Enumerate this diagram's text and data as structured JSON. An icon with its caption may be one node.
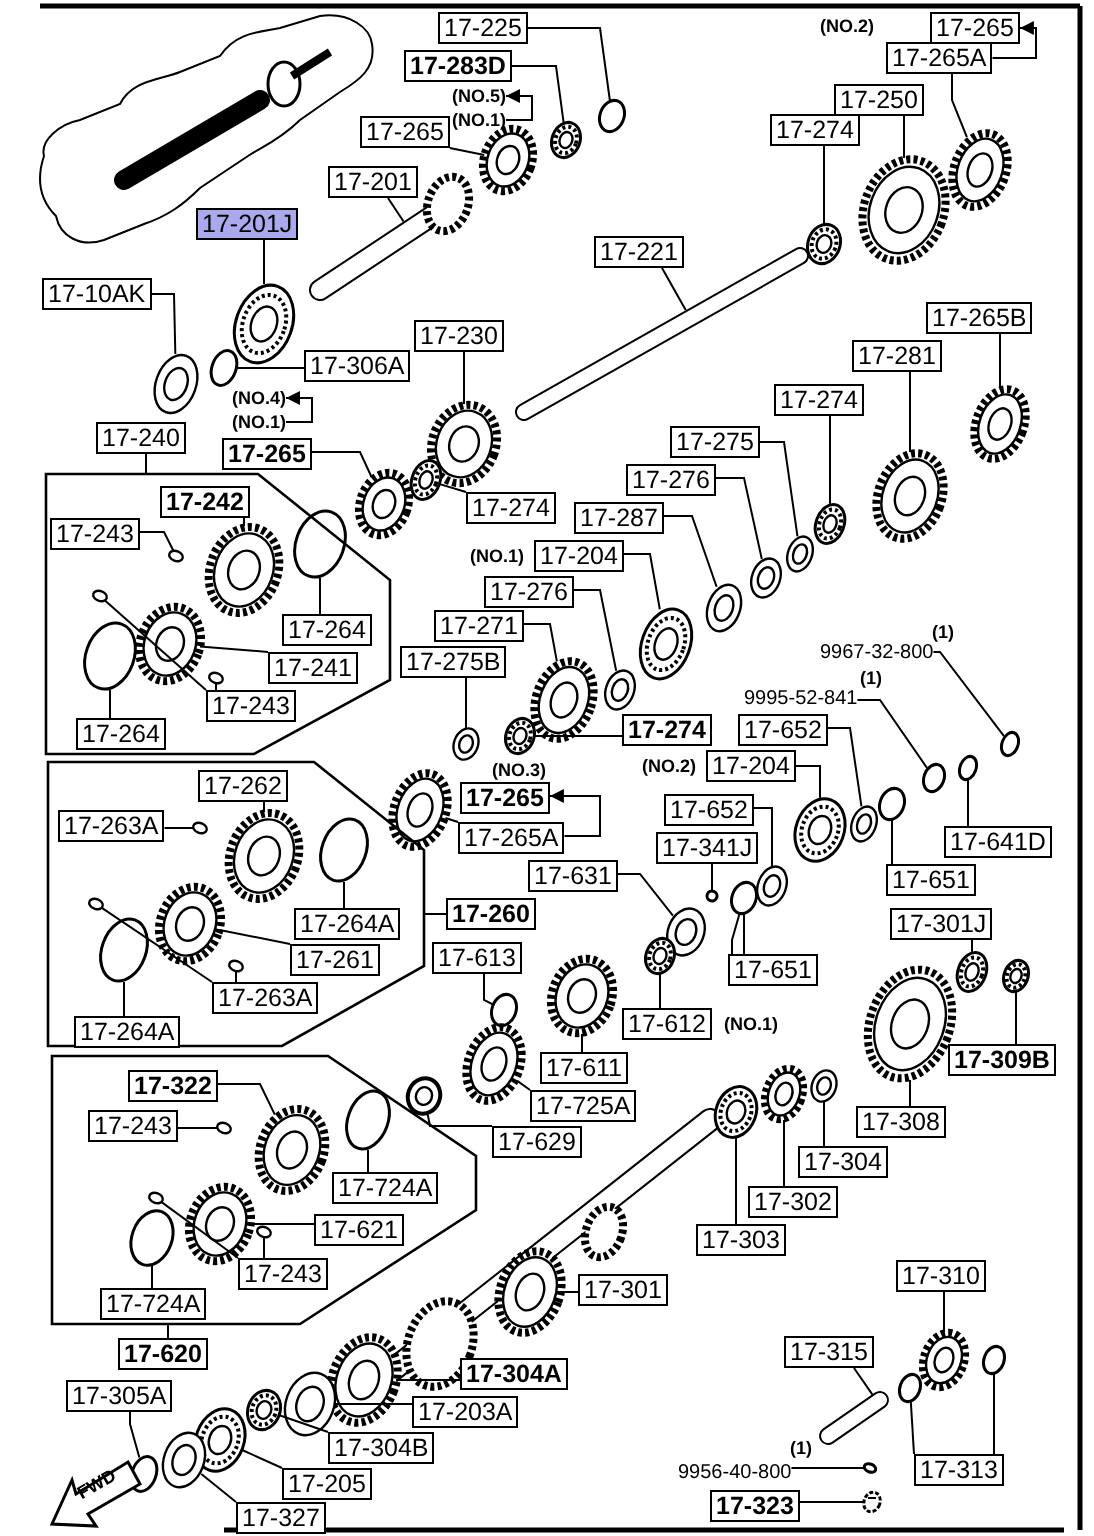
{
  "diagram": {
    "nodes": [
      {
        "text": [
          "17-225"
        ]
      },
      {
        "text": [
          "17-265"
        ]
      },
      {
        "text": [
          "17-265A"
        ]
      },
      {
        "text": [
          "17-283D"
        ]
      },
      {
        "text": [
          "17-265"
        ]
      },
      {
        "text": [
          "17-250"
        ]
      },
      {
        "text": [
          "17-201"
        ]
      },
      {
        "text": [
          "17-274"
        ]
      },
      {
        "text": [
          "17-201J"
        ]
      },
      {
        "text": [
          "17-221"
        ]
      },
      {
        "text": [
          "17-10AK"
        ]
      },
      {
        "text": [
          "17-265B"
        ]
      },
      {
        "text": [
          "17-306A"
        ]
      },
      {
        "text": [
          "17-230"
        ]
      },
      {
        "text": [
          "17-281"
        ]
      },
      {
        "text": [
          "17-274"
        ]
      },
      {
        "text": [
          "17-240"
        ]
      },
      {
        "text": [],
        "shape": "box"
      },
      {
        "text": [
          "17-265"
        ]
      },
      {
        "text": [
          "17-275"
        ]
      },
      {
        "text": [
          "17-242"
        ],
        "in": 17
      },
      {
        "text": [
          "17-276"
        ]
      },
      {
        "text": [
          "17-243"
        ],
        "in": 17
      },
      {
        "text": [
          "17-287"
        ]
      },
      {
        "text": [
          "17-204"
        ],
        "beside": [
          "(NO.1)"
        ]
      },
      {
        "text": [
          "17-276"
        ]
      },
      {
        "text": [
          "17-264"
        ],
        "in": 17
      },
      {
        "text": [
          "17-271"
        ]
      },
      {
        "text": [
          "17-241"
        ],
        "in": 17
      },
      {
        "text": [
          "17-275B"
        ]
      },
      {
        "text": [
          "17-243"
        ],
        "in": 17
      },
      {
        "text": [
          "9967-32-800"
        ],
        "beside": [
          "(1)"
        ]
      },
      {
        "text": [
          "17-274"
        ]
      },
      {
        "text": [
          "9995-52-841"
        ],
        "beside": [
          "(1)"
        ]
      },
      {
        "text": [
          "17-652"
        ]
      },
      {
        "text": [
          "17-264"
        ],
        "in": 17
      },
      {
        "text": [
          "17-204"
        ],
        "beside": [
          "(NO.2)"
        ]
      },
      {
        "text": [],
        "shape": "box"
      },
      {
        "text": [
          "17-262"
        ],
        "in": 37
      },
      {
        "text": [
          "17-265"
        ],
        "beside": [
          "(NO.3)"
        ]
      },
      {
        "text": [
          "17-652"
        ]
      },
      {
        "text": [
          "17-263A"
        ],
        "in": 37
      },
      {
        "text": [
          "17-265A"
        ]
      },
      {
        "text": [
          "17-641D"
        ]
      },
      {
        "text": [
          "17-341J"
        ]
      },
      {
        "text": [
          "17-631"
        ]
      },
      {
        "text": [
          "17-651"
        ]
      },
      {
        "text": [
          "17-264A"
        ],
        "in": 37
      },
      {
        "text": [
          "17-260"
        ]
      },
      {
        "text": [
          "17-301J"
        ]
      },
      {
        "text": [
          "17-613"
        ]
      },
      {
        "text": [
          "17-261"
        ],
        "in": 37
      },
      {
        "text": [
          "17-651"
        ]
      },
      {
        "text": [
          "17-263A"
        ],
        "in": 37
      },
      {
        "text": [
          "17-612"
        ],
        "beside": [
          "(NO.1)"
        ]
      },
      {
        "text": [
          "17-264A"
        ],
        "in": 37
      },
      {
        "text": [
          "17-309B"
        ]
      },
      {
        "text": [
          "17-611"
        ]
      },
      {
        "text": [],
        "shape": "box"
      },
      {
        "text": [
          "17-322"
        ],
        "in": 58
      },
      {
        "text": [
          "17-725A"
        ]
      },
      {
        "text": [
          "17-308"
        ]
      },
      {
        "text": [
          "17-243"
        ],
        "in": 58
      },
      {
        "text": [
          "17-629"
        ]
      },
      {
        "text": [
          "17-304"
        ]
      },
      {
        "text": [
          "17-724A"
        ],
        "in": 58
      },
      {
        "text": [
          "17-302"
        ]
      },
      {
        "text": [
          "17-621"
        ],
        "in": 58
      },
      {
        "text": [
          "17-303"
        ]
      },
      {
        "text": [
          "17-243"
        ],
        "in": 58
      },
      {
        "text": [
          "17-310"
        ]
      },
      {
        "text": [
          "17-301"
        ]
      },
      {
        "text": [
          "17-724A"
        ],
        "in": 58
      },
      {
        "text": [
          "17-315"
        ]
      },
      {
        "text": [
          "17-620"
        ]
      },
      {
        "text": [
          "17-304A"
        ]
      },
      {
        "text": [
          "17-305A"
        ]
      },
      {
        "text": [
          "17-203A"
        ]
      },
      {
        "text": [
          "17-304B"
        ]
      },
      {
        "text": [
          "9956-40-800"
        ],
        "beside": [
          "(1)"
        ]
      },
      {
        "text": [
          "17-313"
        ]
      },
      {
        "text": [
          "17-205"
        ]
      },
      {
        "text": [
          "17-323"
        ]
      },
      {
        "text": [
          "17-327"
        ]
      },
      {
        "text": [
          "FWD"
        ]
      },
      {
        "text": [
          "17-274"
        ]
      },
      {
        "text": [
          "(NO.5)"
        ]
      },
      {
        "text": [
          "(NO.1)"
        ]
      },
      {
        "text": [
          "(NO.4)"
        ]
      },
      {
        "text": [
          "(NO.1)"
        ]
      },
      {
        "text": [],
        "shape": "circle"
      },
      {
        "text": [],
        "shape": "picture"
      },
      {
        "text": [],
        "shape": "picture"
      },
      {
        "text": [],
        "shape": "picture"
      },
      {
        "text": [],
        "shape": "picture"
      },
      {
        "text": [],
        "shape": "picture"
      },
      {
        "text": [],
        "shape": "picture"
      },
      {
        "text": [],
        "shape": "picture"
      },
      {
        "text": [],
        "shape": "picture"
      },
      {
        "text": [],
        "shape": "circle"
      },
      {
        "text": [],
        "shape": "picture"
      },
      {
        "text": [],
        "shape": "picture"
      },
      {
        "text": [],
        "shape": "picture"
      },
      {
        "text": [],
        "shape": "picture"
      },
      {
        "text": [],
        "shape": "picture"
      },
      {
        "text": [],
        "shape": "picture"
      },
      {
        "text": [],
        "shape": "picture"
      },
      {
        "text": [],
        "shape": "picture"
      },
      {
        "text": [],
        "shape": "picture"
      },
      {
        "text": [],
        "shape": "picture"
      },
      {
        "text": [],
        "shape": "picture"
      },
      {
        "text": [],
        "shape": "picture"
      },
      {
        "text": [],
        "shape": "picture"
      },
      {
        "text": [],
        "shape": "picture"
      },
      {
        "text": [],
        "shape": "picture"
      },
      {
        "text": [],
        "shape": "picture"
      },
      {
        "text": [],
        "shape": "circle"
      },
      {
        "text": [],
        "shape": "circle"
      },
      {
        "text": [],
        "shape": "circle"
      },
      {
        "text": [],
        "shape": "circle"
      },
      {
        "text": [],
        "shape": "picture"
      },
      {
        "text": [],
        "shape": "picture"
      },
      {
        "text": [],
        "shape": "picture"
      },
      {
        "text": [],
        "shape": "circle"
      },
      {
        "text": [],
        "shape": "circle"
      },
      {
        "text": [],
        "shape": "picture"
      },
      {
        "text": [],
        "shape": "picture",
        "in": 17
      },
      {
        "text": [],
        "shape": "circle",
        "in": 17
      },
      {
        "text": [],
        "shape": "circle",
        "in": 17
      },
      {
        "text": [],
        "shape": "picture",
        "in": 17
      },
      {
        "text": [],
        "shape": "circle",
        "in": 17
      },
      {
        "text": [],
        "shape": "circle",
        "in": 17
      },
      {
        "text": [],
        "shape": "circle",
        "in": 17
      },
      {
        "text": [],
        "shape": "picture",
        "in": 37
      },
      {
        "text": [],
        "shape": "circle",
        "in": 37
      },
      {
        "text": [],
        "shape": "circle",
        "in": 37
      },
      {
        "text": [],
        "shape": "picture",
        "in": 37
      },
      {
        "text": [],
        "shape": "circle",
        "in": 37
      },
      {
        "text": [],
        "shape": "circle",
        "in": 37
      },
      {
        "text": [],
        "shape": "circle",
        "in": 37
      },
      {
        "text": [],
        "shape": "picture"
      },
      {
        "text": [],
        "shape": "circle"
      },
      {
        "text": [],
        "shape": "picture"
      },
      {
        "text": [],
        "shape": "picture"
      },
      {
        "text": [],
        "shape": "picture"
      },
      {
        "text": [],
        "shape": "picture"
      },
      {
        "text": [],
        "shape": "picture"
      },
      {
        "text": [],
        "shape": "picture",
        "in": 58
      },
      {
        "text": [],
        "shape": "circle",
        "in": 58
      },
      {
        "text": [],
        "shape": "picture"
      },
      {
        "text": [],
        "shape": "picture"
      },
      {
        "text": [],
        "shape": "circle",
        "in": 58
      },
      {
        "text": [],
        "shape": "picture"
      },
      {
        "text": [],
        "shape": "picture",
        "in": 58
      },
      {
        "text": [],
        "shape": "picture"
      },
      {
        "text": [],
        "shape": "circle",
        "in": 58
      },
      {
        "text": [],
        "shape": "circle",
        "in": 58
      },
      {
        "text": [],
        "shape": "picture"
      },
      {
        "text": [],
        "shape": "picture"
      },
      {
        "text": [],
        "shape": "circle",
        "in": 58
      },
      {
        "text": [],
        "shape": "picture"
      },
      {
        "text": [],
        "shape": "picture"
      },
      {
        "text": [],
        "shape": "circle"
      },
      {
        "text": [],
        "shape": "picture"
      },
      {
        "text": [],
        "shape": "picture"
      },
      {
        "text": [],
        "shape": "circle"
      },
      {
        "text": [],
        "shape": "circle"
      },
      {
        "text": [],
        "shape": "circle"
      },
      {
        "text": [],
        "shape": "picture"
      },
      {
        "text": [],
        "shape": "picture"
      },
      {
        "text": [],
        "shape": "picture"
      }
    ],
    "edges": [
      {
        "from": 0,
        "to": 90,
        "arrow": "none"
      },
      {
        "from": 2,
        "to": 1,
        "arrow": "to"
      },
      {
        "from": 2,
        "to": 93,
        "arrow": "none"
      },
      {
        "from": 3,
        "to": 91,
        "arrow": "none"
      },
      {
        "from": 4,
        "to": 92,
        "arrow": "none"
      },
      {
        "from": 5,
        "to": 94,
        "arrow": "none"
      },
      {
        "from": 6,
        "to": 95,
        "arrow": "none"
      },
      {
        "from": 7,
        "to": 96,
        "arrow": "none"
      },
      {
        "from": 8,
        "to": 97,
        "arrow": "none"
      },
      {
        "from": 9,
        "to": 98,
        "arrow": "none"
      },
      {
        "from": 10,
        "to": 100,
        "arrow": "none"
      },
      {
        "from": 12,
        "to": 99,
        "arrow": "none"
      },
      {
        "from": 11,
        "to": 101,
        "arrow": "none"
      },
      {
        "from": 13,
        "to": 102,
        "arrow": "none"
      },
      {
        "from": 14,
        "to": 103,
        "arrow": "none"
      },
      {
        "from": 15,
        "to": 106,
        "arrow": "none"
      },
      {
        "from": 16,
        "to": 17,
        "arrow": "none"
      },
      {
        "from": 18,
        "to": 104,
        "arrow": "none"
      },
      {
        "from": 19,
        "to": 107,
        "arrow": "none"
      },
      {
        "from": 20,
        "to": 126,
        "arrow": "none"
      },
      {
        "from": 21,
        "to": 108,
        "arrow": "none"
      },
      {
        "from": 22,
        "to": 127,
        "arrow": "none"
      },
      {
        "from": 23,
        "to": 109,
        "arrow": "none"
      },
      {
        "from": 24,
        "to": 110,
        "arrow": "none"
      },
      {
        "from": 25,
        "to": 111,
        "arrow": "none"
      },
      {
        "from": 26,
        "to": 128,
        "arrow": "none"
      },
      {
        "from": 27,
        "to": 112,
        "arrow": "none"
      },
      {
        "from": 28,
        "to": 129,
        "arrow": "none"
      },
      {
        "from": 29,
        "to": 114,
        "arrow": "none"
      },
      {
        "from": 30,
        "to": 130,
        "arrow": "none"
      },
      {
        "from": 30,
        "to": 131,
        "arrow": "none"
      },
      {
        "from": 31,
        "to": 116,
        "arrow": "none"
      },
      {
        "from": 32,
        "to": 113,
        "arrow": "none"
      },
      {
        "from": 33,
        "to": 117,
        "arrow": "none"
      },
      {
        "from": 34,
        "to": 120,
        "arrow": "none"
      },
      {
        "from": 35,
        "to": 132,
        "arrow": "none"
      },
      {
        "from": 36,
        "to": 121,
        "arrow": "none"
      },
      {
        "from": 38,
        "to": 133,
        "arrow": "none"
      },
      {
        "from": 42,
        "to": 39,
        "arrow": "to"
      },
      {
        "from": 42,
        "to": 115,
        "arrow": "none"
      },
      {
        "from": 40,
        "to": 122,
        "arrow": "none"
      },
      {
        "from": 41,
        "to": 134,
        "arrow": "none"
      },
      {
        "from": 43,
        "to": 118,
        "arrow": "none"
      },
      {
        "from": 44,
        "to": 124,
        "arrow": "none"
      },
      {
        "from": 45,
        "to": 125,
        "arrow": "none"
      },
      {
        "from": 46,
        "to": 119,
        "arrow": "none"
      },
      {
        "from": 47,
        "to": 135,
        "arrow": "none"
      },
      {
        "from": 48,
        "to": 37,
        "arrow": "none"
      },
      {
        "from": 49,
        "to": 140,
        "arrow": "none"
      },
      {
        "from": 50,
        "to": 141,
        "arrow": "none"
      },
      {
        "from": 51,
        "to": 136,
        "arrow": "none"
      },
      {
        "from": 52,
        "to": 123,
        "arrow": "none"
      },
      {
        "from": 52,
        "to": 123,
        "arrow": "none"
      },
      {
        "from": 53,
        "to": 137,
        "arrow": "none"
      },
      {
        "from": 53,
        "to": 138,
        "arrow": "none"
      },
      {
        "from": 54,
        "to": 142,
        "arrow": "none"
      },
      {
        "from": 55,
        "to": 139,
        "arrow": "none"
      },
      {
        "from": 56,
        "to": 144,
        "arrow": "none"
      },
      {
        "from": 57,
        "to": 143,
        "arrow": "none"
      },
      {
        "from": 60,
        "to": 145,
        "arrow": "none"
      },
      {
        "from": 61,
        "to": 146,
        "arrow": "none"
      },
      {
        "from": 59,
        "to": 147,
        "arrow": "none"
      },
      {
        "from": 62,
        "to": 148,
        "arrow": "none"
      },
      {
        "from": 63,
        "to": 149,
        "arrow": "none"
      },
      {
        "from": 64,
        "to": 150,
        "arrow": "none"
      },
      {
        "from": 65,
        "to": 151,
        "arrow": "none"
      },
      {
        "from": 66,
        "to": 152,
        "arrow": "none"
      },
      {
        "from": 67,
        "to": 153,
        "arrow": "none"
      },
      {
        "from": 68,
        "to": 154,
        "arrow": "none"
      },
      {
        "from": 69,
        "to": 155,
        "arrow": "none"
      },
      {
        "from": 69,
        "to": 156,
        "arrow": "none"
      },
      {
        "from": 70,
        "to": 157,
        "arrow": "none"
      },
      {
        "from": 71,
        "to": 158,
        "arrow": "none"
      },
      {
        "from": 72,
        "to": 159,
        "arrow": "none"
      },
      {
        "from": 73,
        "to": 160,
        "arrow": "none"
      },
      {
        "from": 74,
        "to": 58,
        "arrow": "none"
      },
      {
        "from": 75,
        "to": 161,
        "arrow": "none"
      },
      {
        "from": 76,
        "to": 162,
        "arrow": "none"
      },
      {
        "from": 77,
        "to": 163,
        "arrow": "none"
      },
      {
        "from": 78,
        "to": 164,
        "arrow": "none"
      },
      {
        "from": 79,
        "to": 165,
        "arrow": "none"
      },
      {
        "from": 80,
        "to": 166,
        "arrow": "none"
      },
      {
        "from": 80,
        "to": 167,
        "arrow": "none"
      },
      {
        "from": 81,
        "to": 168,
        "arrow": "none"
      },
      {
        "from": 82,
        "to": 169,
        "arrow": "none"
      },
      {
        "from": 83,
        "to": 170,
        "arrow": "none"
      },
      {
        "from": 85,
        "to": 105,
        "arrow": "none"
      },
      {
        "from": 87,
        "to": 86,
        "arrow": "to"
      },
      {
        "from": 89,
        "to": 88,
        "arrow": "to"
      }
    ],
    "labels": [
      "(NO.2)"
    ]
  }
}
